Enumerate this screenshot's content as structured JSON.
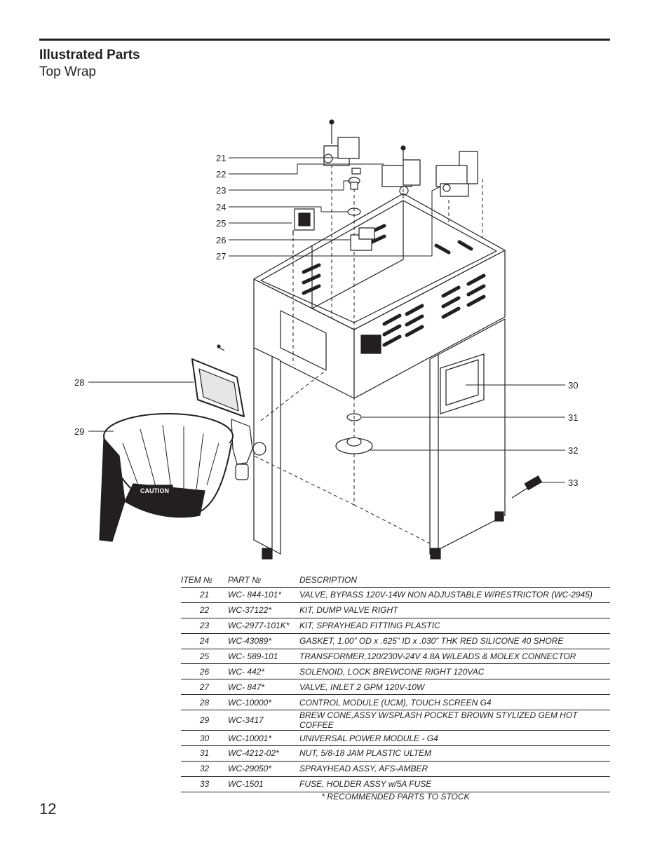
{
  "header": {
    "title": "Illustrated Parts",
    "subtitle": "Top Wrap"
  },
  "diagram": {
    "callouts": [
      "21",
      "22",
      "23",
      "24",
      "25",
      "26",
      "27",
      "28",
      "29",
      "30",
      "31",
      "32",
      "33"
    ],
    "caution_label": "CAUTION"
  },
  "table": {
    "columns": [
      "ITEM №",
      "PART №",
      "DESCRIPTION"
    ],
    "rows": [
      {
        "item": "21",
        "part": "WC- 844-101*",
        "description": "VALVE, BYPASS 120V-14W NON ADJUSTABLE W/RESTRICTOR (WC-2945)"
      },
      {
        "item": "22",
        "part": "WC-37122*",
        "description": "KIT, DUMP VALVE RIGHT"
      },
      {
        "item": "23",
        "part": "WC-2977-101K*",
        "description": "KIT, SPRAYHEAD FITTING PLASTIC"
      },
      {
        "item": "24",
        "part": "WC-43089*",
        "description": "GASKET, 1.00” OD x .625” ID x .030” THK RED SILICONE 40 SHORE"
      },
      {
        "item": "25",
        "part": "WC-  589-101",
        "description": "TRANSFORMER,120/230V-24V 4.8A W/LEADS & MOLEX CONNECTOR"
      },
      {
        "item": "26",
        "part": "WC-  442*",
        "description": "SOLENOID, LOCK BREWCONE RIGHT 120VAC"
      },
      {
        "item": "27",
        "part": "WC- 847*",
        "description": "VALVE, INLET 2 GPM 120V-10W"
      },
      {
        "item": "28",
        "part": "WC-10000*",
        "description": "CONTROL MODULE (UCM), TOUCH SCREEN G4"
      },
      {
        "item": "29",
        "part": "WC-3417",
        "description": "BREW CONE,ASSY W/SPLASH POCKET BROWN STYLIZED GEM HOT COFFEE"
      },
      {
        "item": "30",
        "part": "WC-10001*",
        "description": "UNIVERSAL POWER MODULE - G4"
      },
      {
        "item": "31",
        "part": "WC-4212-02*",
        "description": "NUT, 5/8-18 JAM PLASTIC ULTEM"
      },
      {
        "item": "32",
        "part": "WC-29050*",
        "description": "SPRAYHEAD ASSY, AFS-AMBER"
      },
      {
        "item": "33",
        "part": "WC-1501",
        "description": "FUSE, HOLDER ASSY w/5A FUSE"
      }
    ],
    "footnote": "* RECOMMENDED PARTS TO STOCK"
  },
  "page_number": "12"
}
